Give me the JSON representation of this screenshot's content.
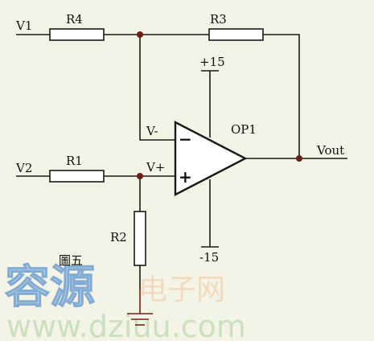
{
  "circuit": {
    "inputs": {
      "v1": "V1",
      "v2": "V2"
    },
    "resistors": {
      "r1": "R1",
      "r2": "R2",
      "r3": "R3",
      "r4": "R4"
    },
    "opamp": {
      "name": "OP1",
      "inverting_label": "V-",
      "noninverting_label": "V+",
      "minus_sign": "−",
      "plus_sign": "+",
      "supply_positive": "+15",
      "supply_negative": "-15"
    },
    "output": "Vout",
    "figure_caption": "圖五"
  },
  "watermark": {
    "big": "容源",
    "mid": "电子网",
    "url": "www.dziuu.com"
  },
  "colors": {
    "background": "#F3F3E6",
    "wire": "#1A1A1A",
    "junction": "#6B1F14",
    "ground": "#7A1F10",
    "watermark_blue": "#A7C6E6",
    "watermark_orange": "#F1D6B8",
    "watermark_green": "#C4DDB8"
  }
}
